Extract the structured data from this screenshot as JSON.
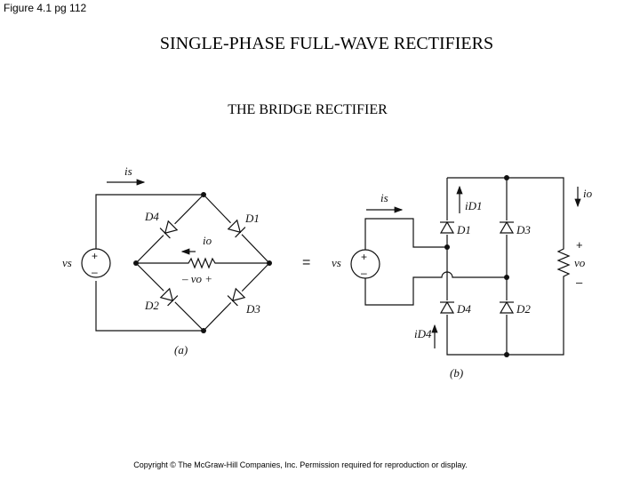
{
  "figure_tag": "Figure 4.1 pg 112",
  "title": "SINGLE-PHASE FULL-WAVE RECTIFIERS",
  "subtitle": "THE BRIDGE RECTIFIER",
  "copyright": "Copyright © The McGraw-Hill Companies, Inc. Permission required for reproduction or display.",
  "circuit_a": {
    "caption": "(a)",
    "source_label": "vs",
    "current_label": "is",
    "load_current_label": "io",
    "load_voltage_label": "– vo +",
    "diodes": [
      "D4",
      "D1",
      "D2",
      "D3"
    ],
    "source_polarity": [
      "+",
      "–"
    ]
  },
  "equals": "=",
  "circuit_b": {
    "caption": "(b)",
    "source_label": "vs",
    "current_label": "is",
    "load_current_label": "io",
    "load_voltage_label": "vo",
    "load_polarity": [
      "+",
      "–"
    ],
    "diode_current_labels": [
      "iD1",
      "iD4"
    ],
    "diodes": [
      "D1",
      "D3",
      "D4",
      "D2"
    ],
    "source_polarity": [
      "+",
      "–"
    ]
  }
}
